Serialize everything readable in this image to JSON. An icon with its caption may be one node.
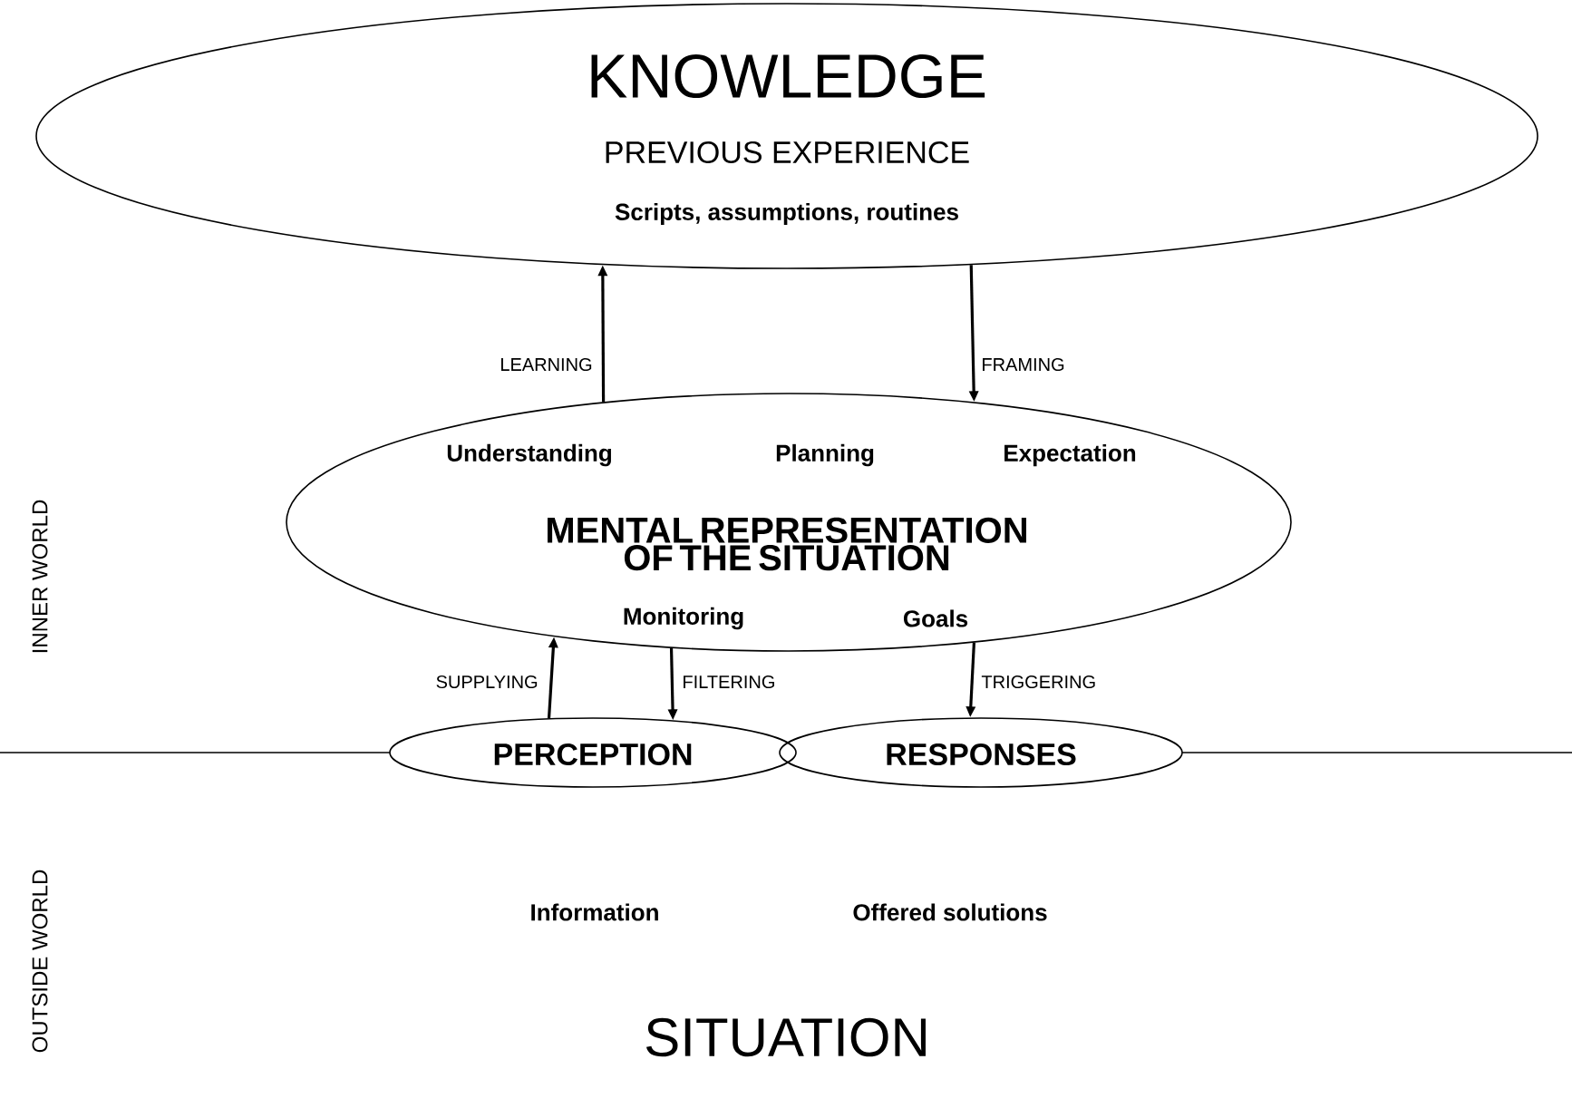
{
  "diagram": {
    "nodes": [
      {
        "text": [
          "KNOWLEDGE",
          "PREVIOUS EXPERIENCE",
          "Scripts, assumptions, routines"
        ]
      },
      {
        "text": [
          "Understanding",
          "Planning",
          "Expectation",
          "MENTAL REPRESENTATION OF THE SITUATION",
          "Monitoring",
          "Goals"
        ]
      },
      {
        "text": [
          "PERCEPTION"
        ]
      },
      {
        "text": [
          "RESPONSES"
        ]
      }
    ],
    "edges": [
      {
        "from": 1,
        "to": 0,
        "arrow": "to",
        "label": "LEARNING"
      },
      {
        "from": 0,
        "to": 1,
        "arrow": "to",
        "label": "FRAMING"
      },
      {
        "from": 2,
        "to": 1,
        "arrow": "to",
        "label": "SUPPLYING"
      },
      {
        "from": 1,
        "to": 2,
        "arrow": "to",
        "label": "FILTERING"
      },
      {
        "from": 1,
        "to": 3,
        "arrow": "to",
        "label": "TRIGGERING"
      }
    ],
    "labels": [
      "INNER WORLD",
      "OUTSIDE WORLD",
      "Information",
      "Offered solutions",
      "SITUATION"
    ]
  }
}
